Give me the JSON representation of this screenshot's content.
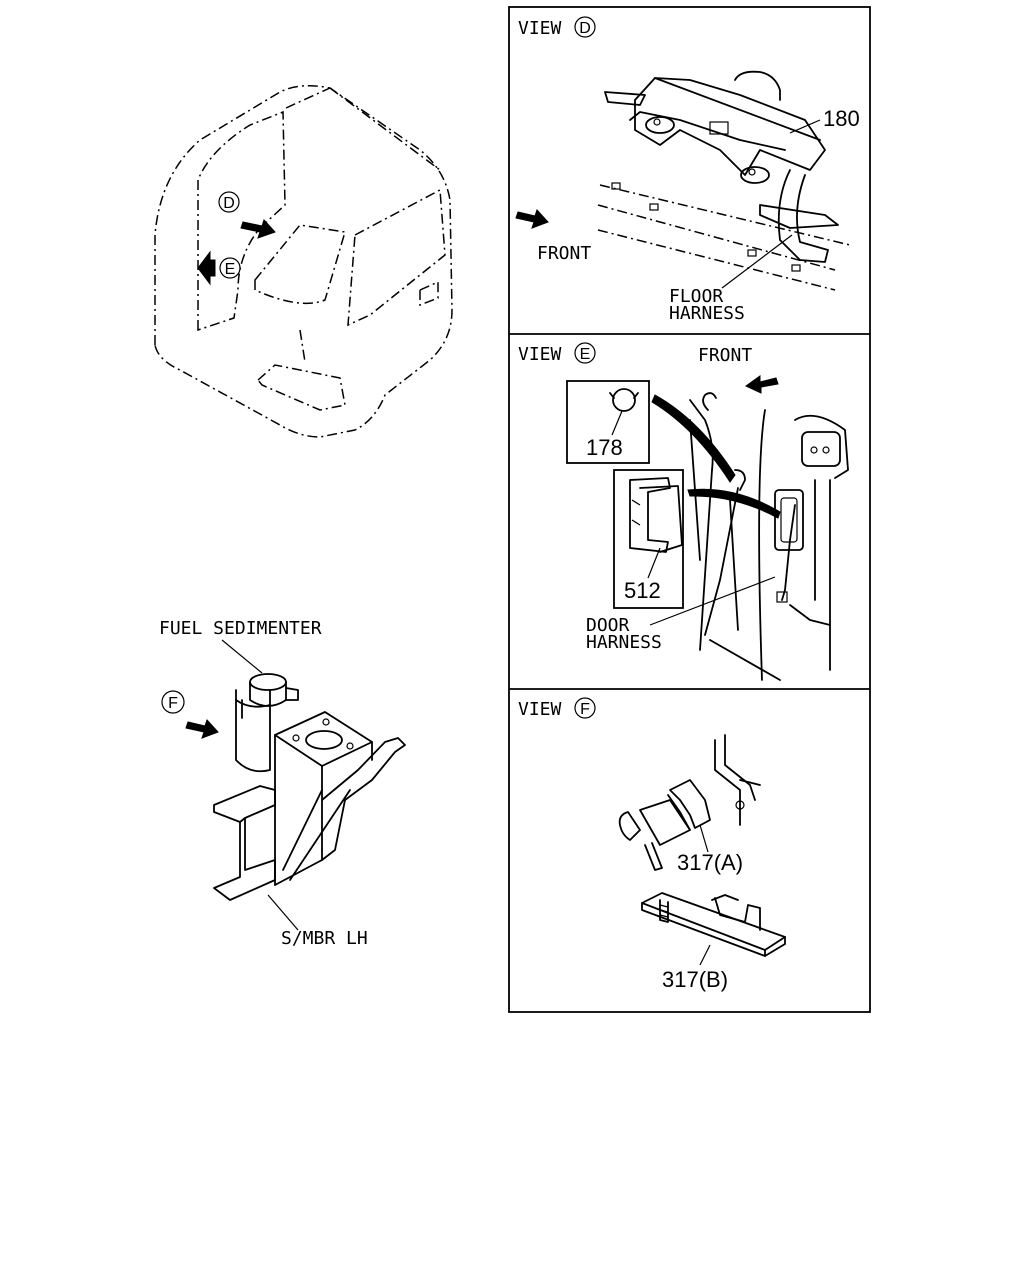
{
  "cab": {
    "marker_d": "D",
    "marker_e": "E"
  },
  "sedimenter": {
    "title": "FUEL SEDIMENTER",
    "marker_f": "F",
    "member_label": "S/MBR LH"
  },
  "view_d": {
    "prefix": "VIEW",
    "letter": "D",
    "part_180": "180",
    "front": "FRONT",
    "floor_line1": "FLOOR",
    "floor_line2": "HARNESS"
  },
  "view_e": {
    "prefix": "VIEW",
    "letter": "E",
    "front": "FRONT",
    "part_178": "178",
    "part_512": "512",
    "door_line1": "DOOR",
    "door_line2": "HARNESS"
  },
  "view_f": {
    "prefix": "VIEW",
    "letter": "F",
    "part_317a": "317(A)",
    "part_317b": "317(B)"
  }
}
